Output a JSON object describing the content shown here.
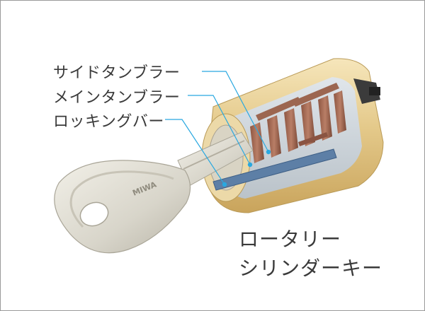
{
  "callouts": {
    "side_tumbler": "サイドタンブラー",
    "main_tumbler": "メインタンブラー",
    "locking_bar": "ロッキングバー"
  },
  "title": {
    "line1": "ロータリー",
    "line2": "シリンダーキー"
  },
  "key_engraving": "MIWA",
  "colors": {
    "leader_line": "#29a8e0",
    "cylinder_brass": "#e4c98a",
    "tumbler_copper": "#a86f58",
    "key_silver": "#d8d5ca",
    "label_text": "#3a3a3a"
  }
}
